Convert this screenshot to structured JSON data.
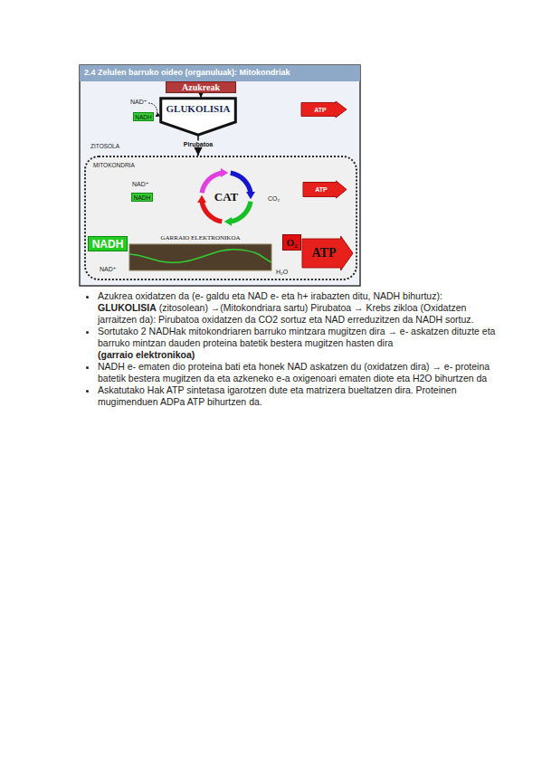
{
  "diagram": {
    "title": "2.4 Zelulen barruko oideo (organuluak): Mitokondriak",
    "nodes": [
      {
        "text": [
          "Azukreak"
        ]
      },
      {
        "text": [
          "GLUKOLISIA"
        ]
      },
      {
        "text": [
          "NADH"
        ]
      },
      {
        "text": [
          "ATP"
        ]
      },
      {
        "text": [
          "MITOKONDRIA"
        ]
      },
      {
        "text": [
          "CAT"
        ],
        "in": 4
      },
      {
        "text": [
          "NADH"
        ],
        "in": 4
      },
      {
        "text": [
          "ATP"
        ],
        "in": 4
      },
      {
        "text": [
          "GARRAIO ELEKTRONIKOA"
        ],
        "in": 4
      },
      {
        "text": [
          "NADH"
        ],
        "in": 4
      },
      {
        "text": [
          "O₂"
        ],
        "in": 4
      },
      {
        "text": [
          "ATP"
        ],
        "in": 4
      }
    ],
    "edges": [
      {
        "from": 0,
        "to": 1,
        "arrow": "to"
      },
      {
        "from": 1,
        "to": 4,
        "label": "Pirubatoa",
        "arrow": "to"
      }
    ],
    "labels": [
      "NAD⁺",
      "ZITOSOLA",
      "NAD⁺",
      "CO₂",
      "NAD⁺",
      "H₂O",
      "Azukrea oxidatzen da (e- galdu eta NAD e- eta h+ irabazten ditu, NADH bihurtuz):",
      "GLUKOLISIA",
      "(zitosolean) →(Mitokondriara sartu) Pirubatoa → Krebs zikloa (Oxidatzen jarraitzen da): Pirubatoa oxidatzen da CO2 sortuz eta NAD erreduzitzen da NADH sortuz.",
      "Sortutako 2 NADHak mitokondriaren barruko mintzara mugitzen dira → e- askatzen dituzte eta barruko mintzan dauden proteina batetik bestera mugitzen hasten dira",
      "(garraio elektronikoa)",
      "NADH e- ematen dio proteina bati eta honek NAD askatzen du (oxidatzen dira) → e- proteina batetik bestera mugitzen da eta azkeneko e-a oxigenoari ematen diote eta H2O bihurtzen da",
      "Askatutako Hak ATP sintetasa igarotzen dute eta matrizera bueltatzen dira. Proteinen mugimenduen ADPa ATP bihurtzen da."
    ]
  }
}
